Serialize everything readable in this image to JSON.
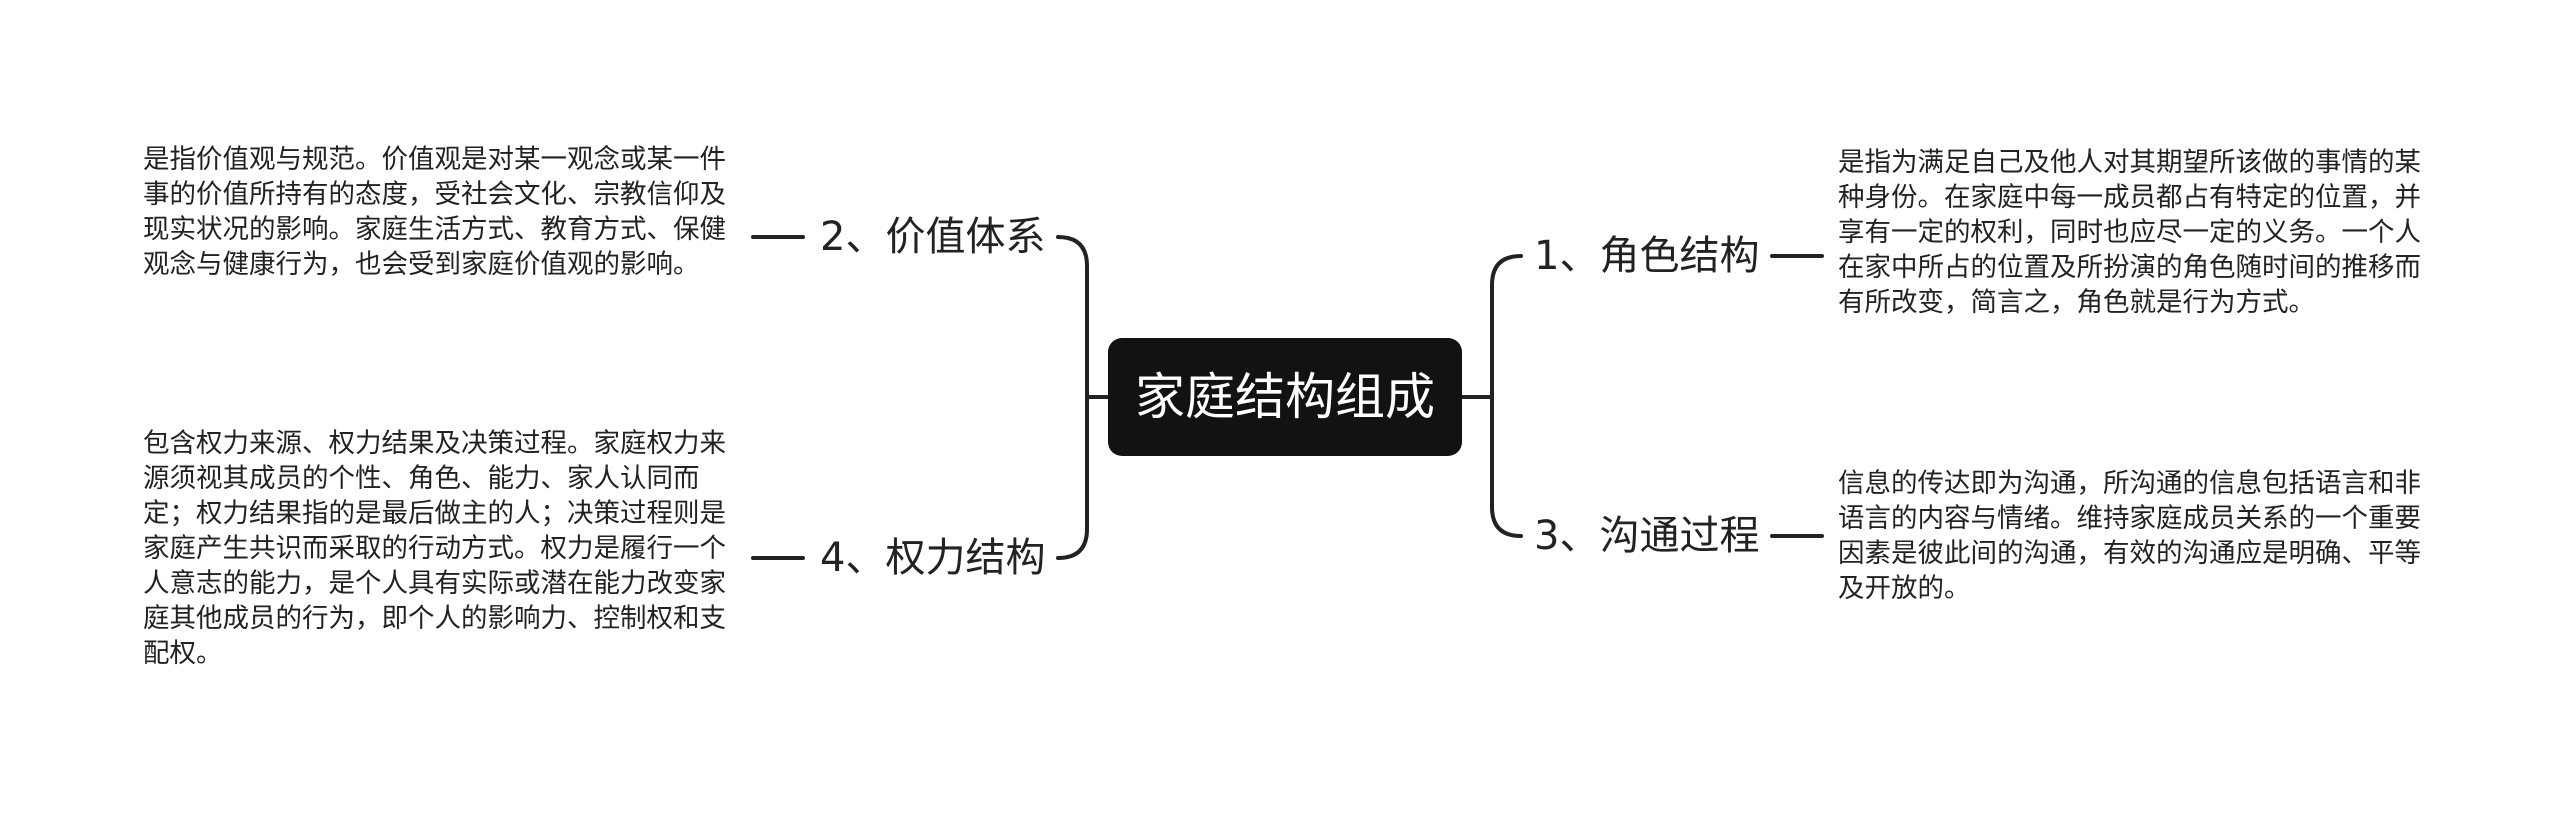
{
  "root": {
    "label": "家庭结构组成"
  },
  "branches": [
    {
      "label": "2、价值体系",
      "detail": "是指价值观与规范。价值观是对某一观念或某一件事的价值所持有的态度，受社会文化、宗教信仰及现实状况的影响。家庭生活方式、教育方式、保健观念与健康行为，也会受到家庭价值观的影响。"
    },
    {
      "label": "4、权力结构",
      "detail": "包含权力来源、权力结果及决策过程。家庭权力来源须视其成员的个性、角色、能力、家人认同而定；权力结果指的是最后做主的人；决策过程则是家庭产生共识而采取的行动方式。权力是履行一个人意志的能力，是个人具有实际或潜在能力改变家庭其他成员的行为，即个人的影响力、控制权和支配权。"
    },
    {
      "label": "1、角色结构",
      "detail": "是指为满足自己及他人对其期望所该做的事情的某种身份。在家庭中每一成员都占有特定的位置，并享有一定的权利，同时也应尽一定的义务。一个人在家中所占的位置及所扮演的角色随时间的推移而有所改变，简言之，角色就是行为方式。"
    },
    {
      "label": "3、沟通过程",
      "detail": "信息的传达即为沟通，所沟通的信息包括语言和非语言的内容与情绪。维持家庭成员关系的一个重要因素是彼此间的沟通，有效的沟通应是明确、平等及开放的。"
    }
  ]
}
